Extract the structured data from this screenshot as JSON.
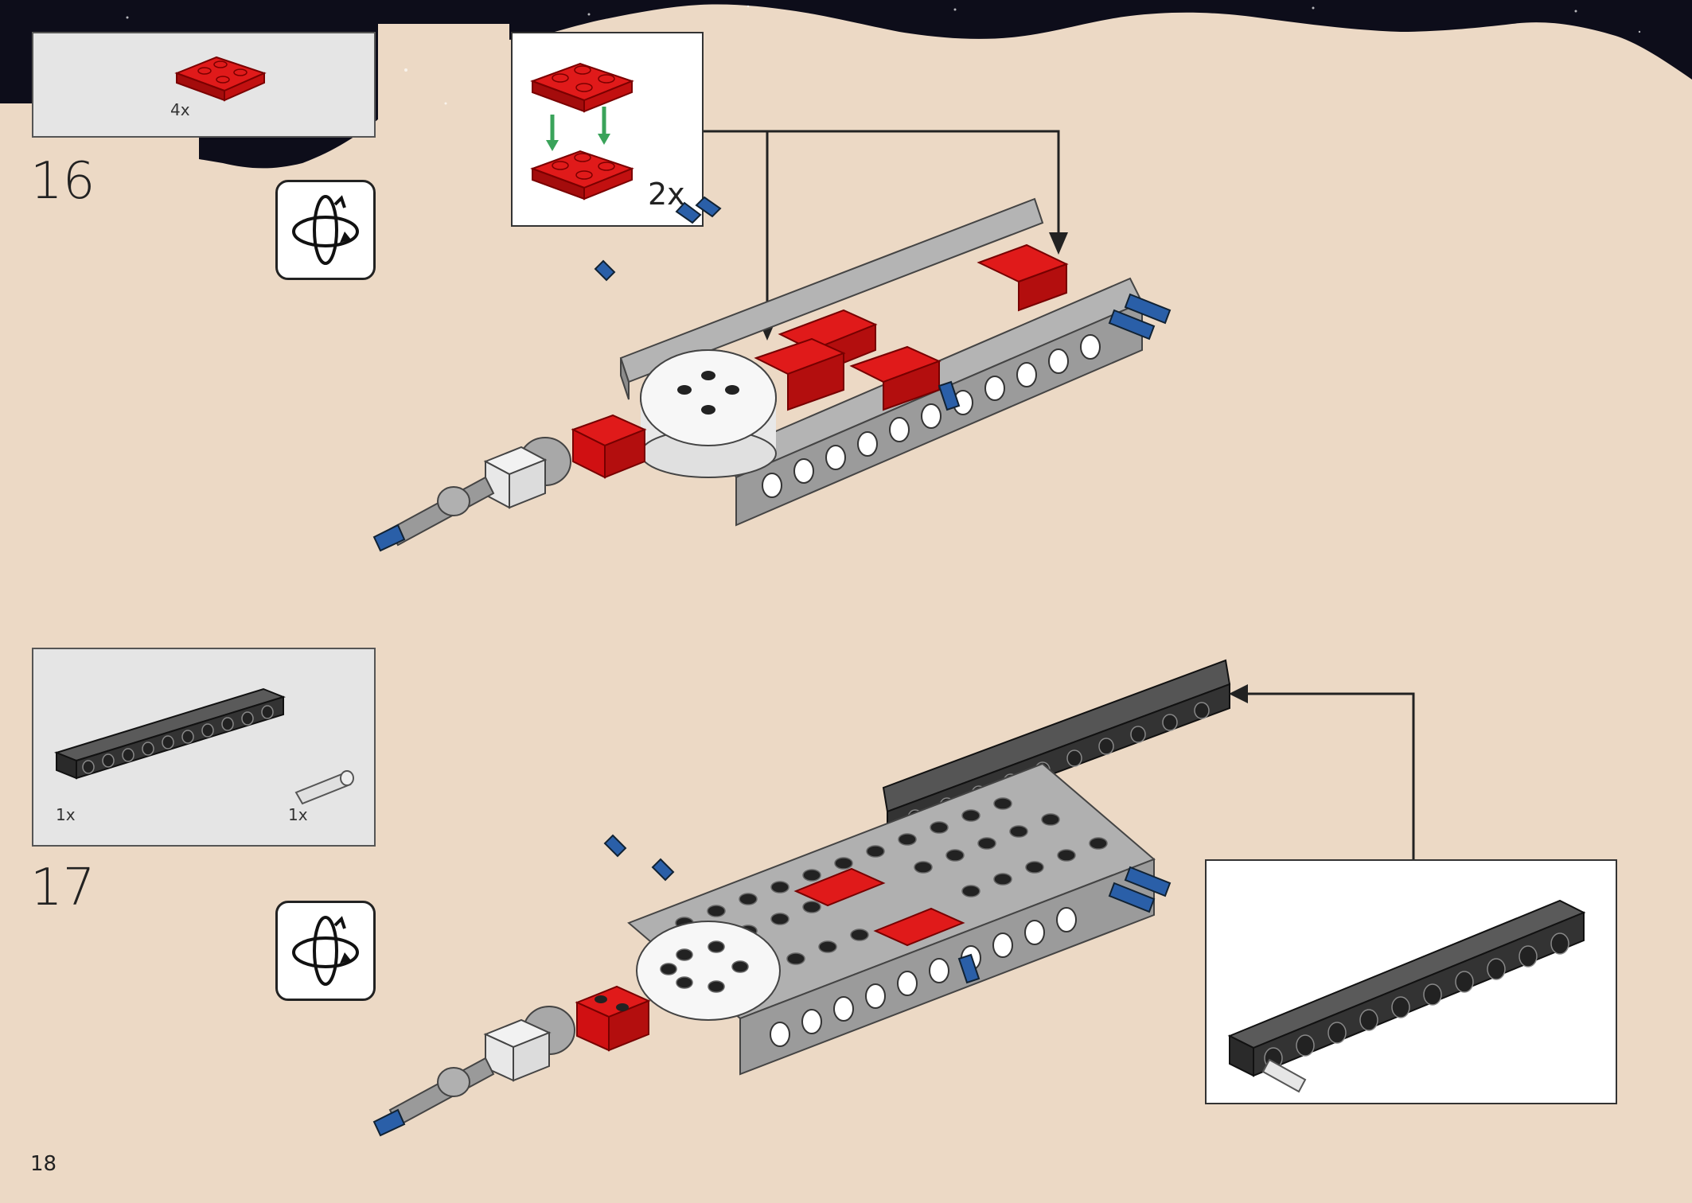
{
  "page": {
    "number": "18"
  },
  "step16": {
    "number": "16",
    "parts": [
      {
        "name": "red 2x2 plate",
        "qty": "4x"
      }
    ],
    "subassembly": {
      "multiplier": "2x"
    }
  },
  "step17": {
    "number": "17",
    "parts": [
      {
        "name": "dark grey technic beam",
        "qty": "1x"
      },
      {
        "name": "light grey axle pin",
        "qty": "1x"
      }
    ]
  },
  "colors": {
    "background": "#ecd9c5",
    "space": "#0d0d1a",
    "brick_red": "#d01012",
    "light_grey": "#a3a3a3",
    "dark_grey": "#3a3a3a",
    "blue_pin": "#2a5fa8",
    "arrow_green": "#3aa35a"
  },
  "icons": {
    "rotate": "rotate-model-icon",
    "arrow": "callout-arrow-icon"
  }
}
